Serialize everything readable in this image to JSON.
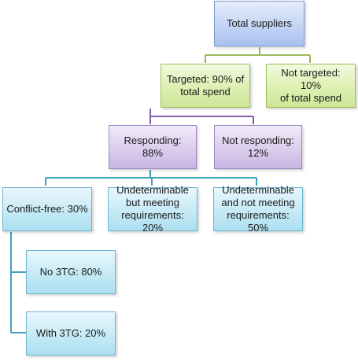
{
  "diagram": {
    "nodes": {
      "total": "Total suppliers",
      "targeted": "Targeted: 90% of\ntotal spend",
      "not_targeted": "Not targeted: 10%\nof total spend",
      "responding": "Responding: 88%",
      "not_responding": "Not responding:\n12%",
      "conflict_free": "Conflict-free: 30%",
      "undet_meeting": "Undeterminable\nbut meeting\nrequirements: 20%",
      "undet_not_meeting": "Undeterminable\nand not meeting\nrequirements: 50%",
      "no_3tg": "No 3TG: 80%",
      "with_3tg": "With 3TG: 20%"
    },
    "colors": {
      "level1": "#b4c7f0",
      "level2": "#d9eda8",
      "level3": "#d6c8ea",
      "level4": "#bfe6f3",
      "connector_green": "#9bbb59",
      "connector_purple": "#7e5fa8",
      "connector_teal": "#3f9fbf"
    }
  }
}
